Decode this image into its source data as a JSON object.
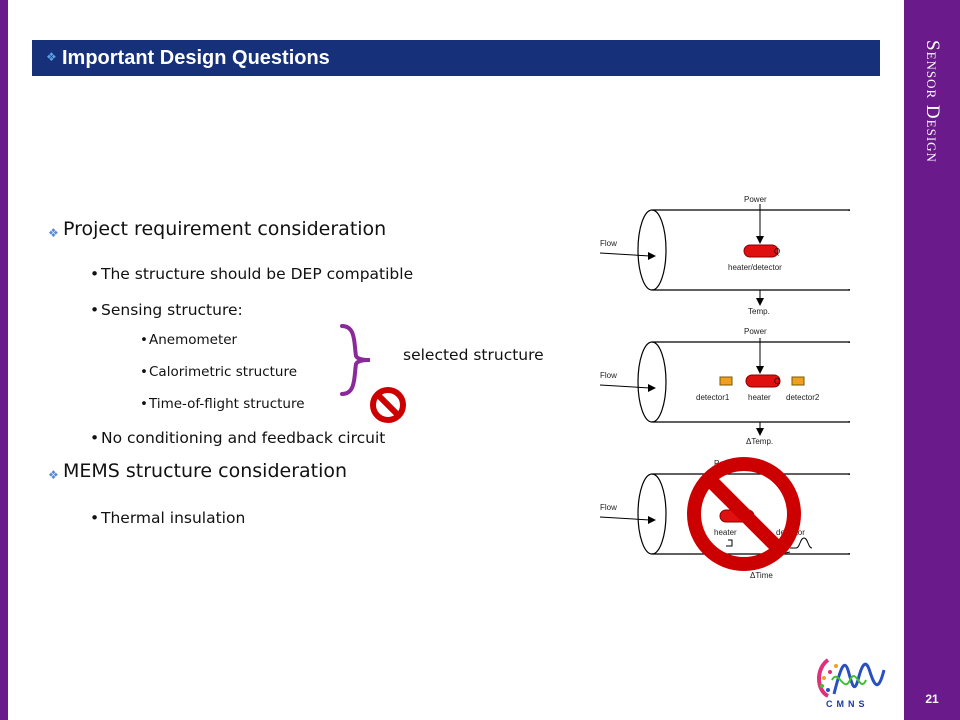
{
  "side_title": "Sensor Design",
  "page_number": "21",
  "header": {
    "title": "Important Design Questions"
  },
  "content": {
    "item1": "Project requirement consideration",
    "item1_sub1": "The structure should be DEP compatible",
    "item1_sub2": "Sensing structure:",
    "structures": [
      "Anemometer",
      "Calorimetric structure",
      "Time-of-flight structure"
    ],
    "selected_label": "selected structure",
    "item1_sub3": "No conditioning and feedback circuit",
    "item2": "MEMS structure consideration",
    "item2_sub1": "Thermal insulation"
  },
  "diagram": {
    "d1": {
      "power": "Power",
      "flow": "Flow",
      "q": "Q",
      "device": "heater/detector",
      "out": "Temp."
    },
    "d2": {
      "power": "Power",
      "flow": "Flow",
      "q": "Q",
      "det1": "detector1",
      "heater": "heater",
      "det2": "detector2",
      "out": "ΔTemp."
    },
    "d3": {
      "power": "Power",
      "flow": "Flow",
      "heater": "heater",
      "det": "detector",
      "out": "ΔTime"
    }
  },
  "logo": {
    "text": "CMNS"
  },
  "colors": {
    "purple": "#6a1a8a",
    "navy": "#16307a",
    "prohibit": "#cc0000",
    "heater": "#e01010",
    "detector": "#f0a020"
  }
}
